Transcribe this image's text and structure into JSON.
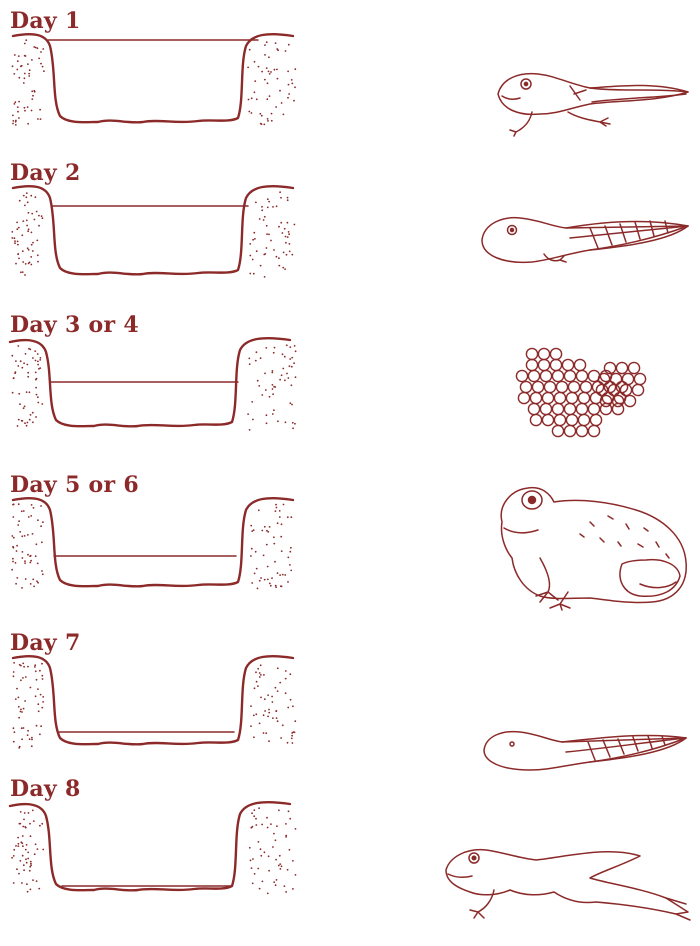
{
  "accent_color": "#8c2a2a",
  "rows": [
    {
      "label": "Day 1",
      "stage_icon": "froglet-with-tail-icon"
    },
    {
      "label": "Day 2",
      "stage_icon": "tadpole-with-legs-icon"
    },
    {
      "label": "Day 3 or 4",
      "stage_icon": "frog-eggs-icon"
    },
    {
      "label": "Day 5 or 6",
      "stage_icon": "adult-frog-icon"
    },
    {
      "label": "Day 7",
      "stage_icon": "tadpole-icon"
    },
    {
      "label": "Day 8",
      "stage_icon": "leaping-frog-icon"
    }
  ]
}
